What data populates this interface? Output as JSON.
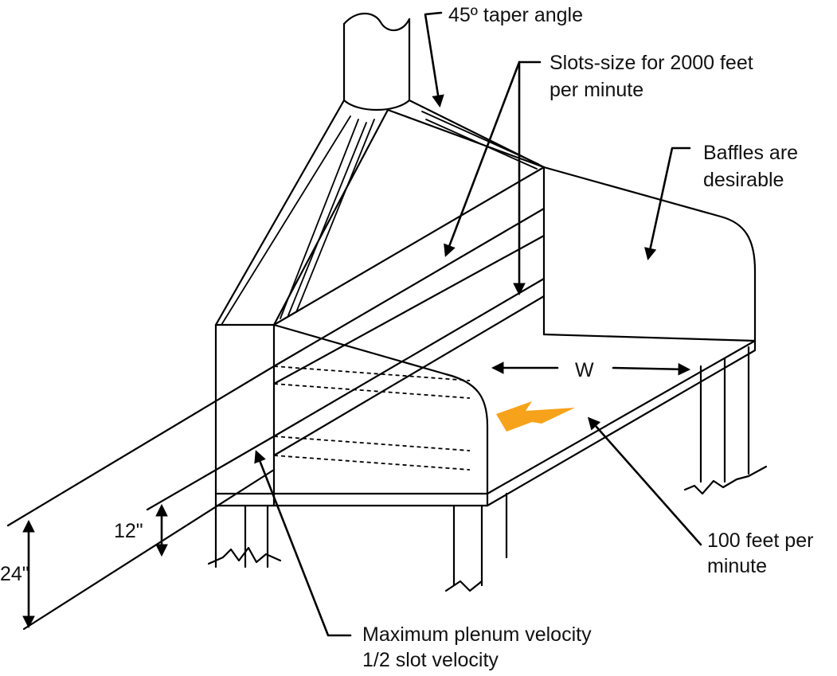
{
  "labels": {
    "taper": "45º taper angle",
    "slots_line1": "Slots-size for 2000 feet",
    "slots_line2": "per minute",
    "baffles_line1": "Baffles are",
    "baffles_line2": "desirable",
    "width": "W",
    "face_velocity_line1": "100 feet per",
    "face_velocity_line2": "minute",
    "dim_small": "12\"",
    "dim_large": "24\"",
    "plenum_line1": "Maximum plenum velocity",
    "plenum_line2": "1/2 slot velocity"
  },
  "colors": {
    "line": "#000000",
    "airflow_arrow": "#F7A21B",
    "background": "#FFFFFF"
  },
  "icons": {
    "airflow": "airflow-arrow-icon"
  }
}
